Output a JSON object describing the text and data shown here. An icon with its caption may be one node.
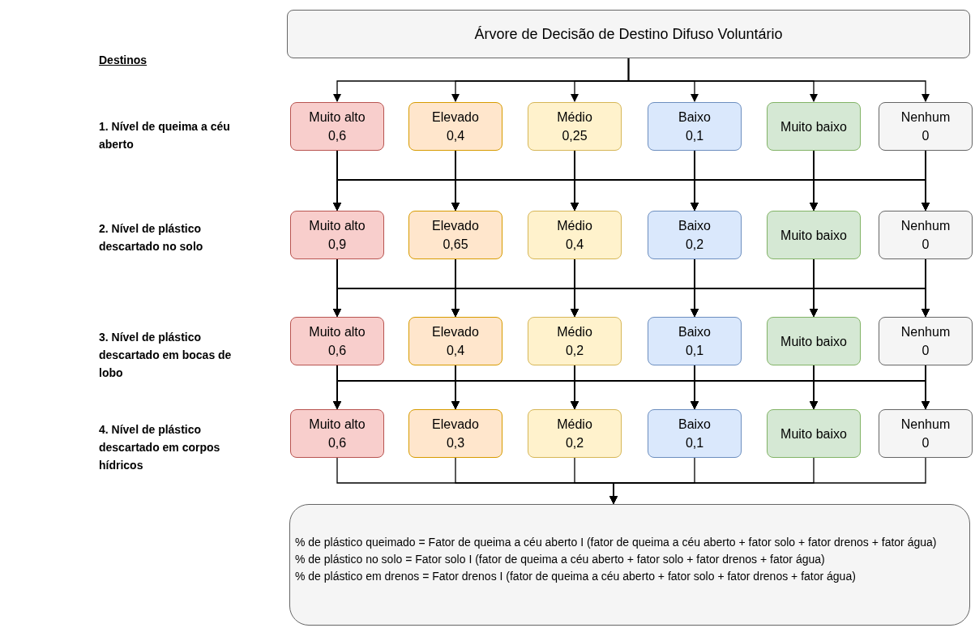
{
  "diagram": {
    "nodes": [
      {
        "text": [
          "Árvore de Decisão de Destino Difuso Voluntário"
        ]
      },
      {
        "text": [
          "Muito alto",
          "0,6"
        ]
      },
      {
        "text": [
          "Elevado",
          "0,4"
        ]
      },
      {
        "text": [
          "Médio",
          "0,25"
        ]
      },
      {
        "text": [
          "Baixo",
          "0,1"
        ]
      },
      {
        "text": [
          "Muito baixo"
        ]
      },
      {
        "text": [
          "Nenhum",
          "0"
        ]
      },
      {
        "text": [
          "Muito alto",
          "0,9"
        ]
      },
      {
        "text": [
          "Elevado",
          "0,65"
        ]
      },
      {
        "text": [
          "Médio",
          "0,4"
        ]
      },
      {
        "text": [
          "Baixo",
          "0,2"
        ]
      },
      {
        "text": [
          "Muito baixo"
        ]
      },
      {
        "text": [
          "Nenhum",
          "0"
        ]
      },
      {
        "text": [
          "Muito alto",
          "0,6"
        ]
      },
      {
        "text": [
          "Elevado",
          "0,4"
        ]
      },
      {
        "text": [
          "Médio",
          "0,2"
        ]
      },
      {
        "text": [
          "Baixo",
          "0,1"
        ]
      },
      {
        "text": [
          "Muito baixo"
        ]
      },
      {
        "text": [
          "Nenhum",
          "0"
        ]
      },
      {
        "text": [
          "Muito alto",
          "0,6"
        ]
      },
      {
        "text": [
          "Elevado",
          "0,3"
        ]
      },
      {
        "text": [
          "Médio",
          "0,2"
        ]
      },
      {
        "text": [
          "Baixo",
          "0,1"
        ]
      },
      {
        "text": [
          "Muito baixo"
        ]
      },
      {
        "text": [
          "Nenhum",
          "0"
        ]
      },
      {
        "text": [
          "% de plástico queimado = Fator de queima a céu aberto I (fator de queima a céu aberto + fator solo + fator drenos + fator água)",
          "% de plástico no solo = Fator solo I (fator de queima a céu aberto + fator solo + fator drenos + fator água)",
          "% de plástico em drenos = Fator drenos I (fator de queima a céu aberto + fator solo + fator drenos + fator água)"
        ]
      }
    ],
    "edges": [
      {
        "from": 0,
        "to": 1,
        "arrow": "to"
      },
      {
        "from": 0,
        "to": 2,
        "arrow": "to"
      },
      {
        "from": 0,
        "to": 3,
        "arrow": "to"
      },
      {
        "from": 0,
        "to": 4,
        "arrow": "to"
      },
      {
        "from": 0,
        "to": 5,
        "arrow": "to"
      },
      {
        "from": 0,
        "to": 6,
        "arrow": "to"
      },
      {
        "from": 1,
        "to": 7,
        "arrow": "to"
      },
      {
        "from": 1,
        "to": 8,
        "arrow": "to"
      },
      {
        "from": 1,
        "to": 9,
        "arrow": "to"
      },
      {
        "from": 1,
        "to": 10,
        "arrow": "to"
      },
      {
        "from": 1,
        "to": 11,
        "arrow": "to"
      },
      {
        "from": 1,
        "to": 12,
        "arrow": "to"
      },
      {
        "from": 2,
        "to": 7,
        "arrow": "to"
      },
      {
        "from": 2,
        "to": 8,
        "arrow": "to"
      },
      {
        "from": 2,
        "to": 9,
        "arrow": "to"
      },
      {
        "from": 2,
        "to": 10,
        "arrow": "to"
      },
      {
        "from": 2,
        "to": 11,
        "arrow": "to"
      },
      {
        "from": 2,
        "to": 12,
        "arrow": "to"
      },
      {
        "from": 3,
        "to": 7,
        "arrow": "to"
      },
      {
        "from": 3,
        "to": 8,
        "arrow": "to"
      },
      {
        "from": 3,
        "to": 9,
        "arrow": "to"
      },
      {
        "from": 3,
        "to": 10,
        "arrow": "to"
      },
      {
        "from": 3,
        "to": 11,
        "arrow": "to"
      },
      {
        "from": 3,
        "to": 12,
        "arrow": "to"
      },
      {
        "from": 4,
        "to": 7,
        "arrow": "to"
      },
      {
        "from": 4,
        "to": 8,
        "arrow": "to"
      },
      {
        "from": 4,
        "to": 9,
        "arrow": "to"
      },
      {
        "from": 4,
        "to": 10,
        "arrow": "to"
      },
      {
        "from": 4,
        "to": 11,
        "arrow": "to"
      },
      {
        "from": 4,
        "to": 12,
        "arrow": "to"
      },
      {
        "from": 5,
        "to": 7,
        "arrow": "to"
      },
      {
        "from": 5,
        "to": 8,
        "arrow": "to"
      },
      {
        "from": 5,
        "to": 9,
        "arrow": "to"
      },
      {
        "from": 5,
        "to": 10,
        "arrow": "to"
      },
      {
        "from": 5,
        "to": 11,
        "arrow": "to"
      },
      {
        "from": 5,
        "to": 12,
        "arrow": "to"
      },
      {
        "from": 6,
        "to": 7,
        "arrow": "to"
      },
      {
        "from": 6,
        "to": 8,
        "arrow": "to"
      },
      {
        "from": 6,
        "to": 9,
        "arrow": "to"
      },
      {
        "from": 6,
        "to": 10,
        "arrow": "to"
      },
      {
        "from": 6,
        "to": 11,
        "arrow": "to"
      },
      {
        "from": 6,
        "to": 12,
        "arrow": "to"
      },
      {
        "from": 7,
        "to": 13,
        "arrow": "to"
      },
      {
        "from": 7,
        "to": 14,
        "arrow": "to"
      },
      {
        "from": 7,
        "to": 15,
        "arrow": "to"
      },
      {
        "from": 7,
        "to": 16,
        "arrow": "to"
      },
      {
        "from": 7,
        "to": 17,
        "arrow": "to"
      },
      {
        "from": 7,
        "to": 18,
        "arrow": "to"
      },
      {
        "from": 8,
        "to": 13,
        "arrow": "to"
      },
      {
        "from": 8,
        "to": 14,
        "arrow": "to"
      },
      {
        "from": 8,
        "to": 15,
        "arrow": "to"
      },
      {
        "from": 8,
        "to": 16,
        "arrow": "to"
      },
      {
        "from": 8,
        "to": 17,
        "arrow": "to"
      },
      {
        "from": 8,
        "to": 18,
        "arrow": "to"
      },
      {
        "from": 9,
        "to": 13,
        "arrow": "to"
      },
      {
        "from": 9,
        "to": 14,
        "arrow": "to"
      },
      {
        "from": 9,
        "to": 15,
        "arrow": "to"
      },
      {
        "from": 9,
        "to": 16,
        "arrow": "to"
      },
      {
        "from": 9,
        "to": 17,
        "arrow": "to"
      },
      {
        "from": 9,
        "to": 18,
        "arrow": "to"
      },
      {
        "from": 10,
        "to": 13,
        "arrow": "to"
      },
      {
        "from": 10,
        "to": 14,
        "arrow": "to"
      },
      {
        "from": 10,
        "to": 15,
        "arrow": "to"
      },
      {
        "from": 10,
        "to": 16,
        "arrow": "to"
      },
      {
        "from": 10,
        "to": 17,
        "arrow": "to"
      },
      {
        "from": 10,
        "to": 18,
        "arrow": "to"
      },
      {
        "from": 11,
        "to": 13,
        "arrow": "to"
      },
      {
        "from": 11,
        "to": 14,
        "arrow": "to"
      },
      {
        "from": 11,
        "to": 15,
        "arrow": "to"
      },
      {
        "from": 11,
        "to": 16,
        "arrow": "to"
      },
      {
        "from": 11,
        "to": 17,
        "arrow": "to"
      },
      {
        "from": 11,
        "to": 18,
        "arrow": "to"
      },
      {
        "from": 12,
        "to": 13,
        "arrow": "to"
      },
      {
        "from": 12,
        "to": 14,
        "arrow": "to"
      },
      {
        "from": 12,
        "to": 15,
        "arrow": "to"
      },
      {
        "from": 12,
        "to": 16,
        "arrow": "to"
      },
      {
        "from": 12,
        "to": 17,
        "arrow": "to"
      },
      {
        "from": 12,
        "to": 18,
        "arrow": "to"
      },
      {
        "from": 13,
        "to": 19,
        "arrow": "to"
      },
      {
        "from": 13,
        "to": 20,
        "arrow": "to"
      },
      {
        "from": 13,
        "to": 21,
        "arrow": "to"
      },
      {
        "from": 13,
        "to": 22,
        "arrow": "to"
      },
      {
        "from": 13,
        "to": 23,
        "arrow": "to"
      },
      {
        "from": 13,
        "to": 24,
        "arrow": "to"
      },
      {
        "from": 14,
        "to": 19,
        "arrow": "to"
      },
      {
        "from": 14,
        "to": 20,
        "arrow": "to"
      },
      {
        "from": 14,
        "to": 21,
        "arrow": "to"
      },
      {
        "from": 14,
        "to": 22,
        "arrow": "to"
      },
      {
        "from": 14,
        "to": 23,
        "arrow": "to"
      },
      {
        "from": 14,
        "to": 24,
        "arrow": "to"
      },
      {
        "from": 15,
        "to": 19,
        "arrow": "to"
      },
      {
        "from": 15,
        "to": 20,
        "arrow": "to"
      },
      {
        "from": 15,
        "to": 21,
        "arrow": "to"
      },
      {
        "from": 15,
        "to": 22,
        "arrow": "to"
      },
      {
        "from": 15,
        "to": 23,
        "arrow": "to"
      },
      {
        "from": 15,
        "to": 24,
        "arrow": "to"
      },
      {
        "from": 16,
        "to": 19,
        "arrow": "to"
      },
      {
        "from": 16,
        "to": 20,
        "arrow": "to"
      },
      {
        "from": 16,
        "to": 21,
        "arrow": "to"
      },
      {
        "from": 16,
        "to": 22,
        "arrow": "to"
      },
      {
        "from": 16,
        "to": 23,
        "arrow": "to"
      },
      {
        "from": 16,
        "to": 24,
        "arrow": "to"
      },
      {
        "from": 17,
        "to": 19,
        "arrow": "to"
      },
      {
        "from": 17,
        "to": 20,
        "arrow": "to"
      },
      {
        "from": 17,
        "to": 21,
        "arrow": "to"
      },
      {
        "from": 17,
        "to": 22,
        "arrow": "to"
      },
      {
        "from": 17,
        "to": 23,
        "arrow": "to"
      },
      {
        "from": 17,
        "to": 24,
        "arrow": "to"
      },
      {
        "from": 18,
        "to": 19,
        "arrow": "to"
      },
      {
        "from": 18,
        "to": 20,
        "arrow": "to"
      },
      {
        "from": 18,
        "to": 21,
        "arrow": "to"
      },
      {
        "from": 18,
        "to": 22,
        "arrow": "to"
      },
      {
        "from": 18,
        "to": 23,
        "arrow": "to"
      },
      {
        "from": 18,
        "to": 24,
        "arrow": "to"
      },
      {
        "from": 19,
        "to": 25,
        "arrow": "to"
      },
      {
        "from": 20,
        "to": 25,
        "arrow": "to"
      },
      {
        "from": 21,
        "to": 25,
        "arrow": "to"
      },
      {
        "from": 22,
        "to": 25,
        "arrow": "to"
      },
      {
        "from": 23,
        "to": 25,
        "arrow": "to"
      },
      {
        "from": 24,
        "to": 25,
        "arrow": "to"
      }
    ],
    "labels": [
      "Destinos",
      "1. Nível de queima a céu aberto",
      "2. Nível de plástico descartado no solo",
      "3. Nível de plástico descartado em bocas de lobo",
      "4. Nível de plástico descartado em corpos hídricos"
    ]
  }
}
